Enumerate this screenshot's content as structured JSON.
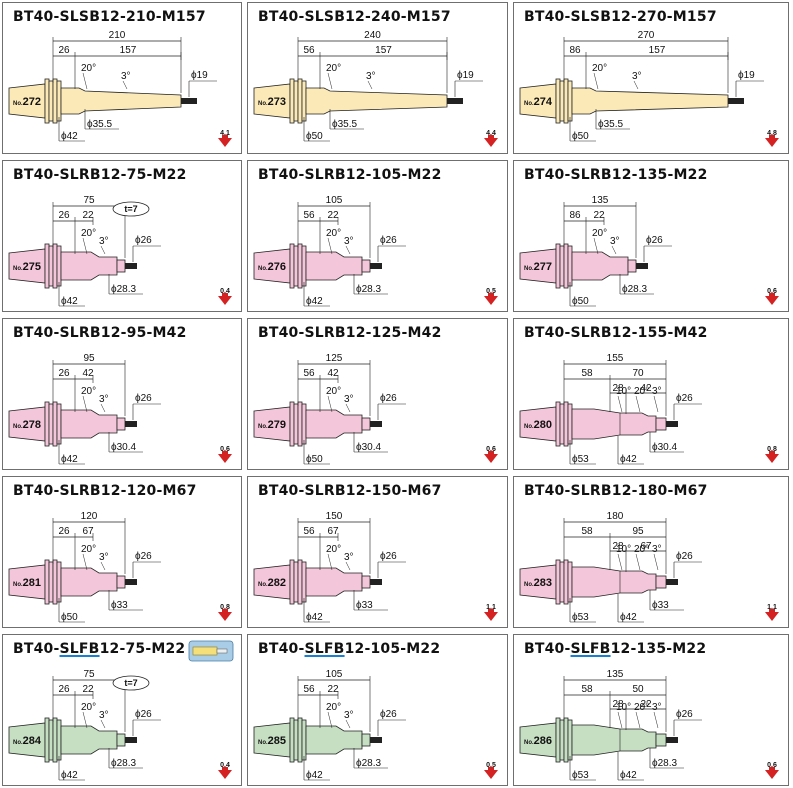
{
  "colors": {
    "yellow": "#fbe9b7",
    "pink": "#f4c6d9",
    "green": "#c6dfc2",
    "arrow": "#d42222",
    "stub": "#222222",
    "line": "#222222",
    "tube_blue": "#a9cde6",
    "tube_yellow": "#f5df7a"
  },
  "cells": [
    {
      "title_parts": [
        {
          "t": "BT40-SLSB12-210-M157",
          "u": false
        }
      ],
      "no": "272",
      "color": "yellow",
      "type": "SB",
      "dims": {
        "total": "210",
        "left": "26",
        "right": "157",
        "tip": "ϕ19",
        "body": "ϕ35.5",
        "flange": "ϕ42"
      },
      "angles": [
        "20°",
        "3°"
      ],
      "weight": "4.1"
    },
    {
      "title_parts": [
        {
          "t": "BT40-SLSB12-240-M157",
          "u": false
        }
      ],
      "no": "273",
      "color": "yellow",
      "type": "SB",
      "dims": {
        "total": "240",
        "left": "56",
        "right": "157",
        "tip": "ϕ19",
        "body": "ϕ35.5",
        "flange": "ϕ50"
      },
      "angles": [
        "20°",
        "3°"
      ],
      "weight": "4.4"
    },
    {
      "title_parts": [
        {
          "t": "BT40-SLSB12-270-M157",
          "u": false
        }
      ],
      "no": "274",
      "color": "yellow",
      "type": "SB",
      "dims": {
        "total": "270",
        "left": "86",
        "right": "157",
        "tip": "ϕ19",
        "body": "ϕ35.5",
        "flange": "ϕ50"
      },
      "angles": [
        "20°",
        "3°"
      ],
      "weight": "4.8"
    },
    {
      "title_parts": [
        {
          "t": "BT40-SLRB12-75-M22",
          "u": false
        }
      ],
      "no": "275",
      "color": "pink",
      "type": "R",
      "dims": {
        "total": "75",
        "left": "26",
        "right": "22",
        "tip": "ϕ26",
        "body": "ϕ28.3",
        "flange": "ϕ42"
      },
      "angles": [
        "20°",
        "3°"
      ],
      "weight": "0.4",
      "oval": "t=7"
    },
    {
      "title_parts": [
        {
          "t": "BT40-SLRB12-105-M22",
          "u": false
        }
      ],
      "no": "276",
      "color": "pink",
      "type": "R",
      "dims": {
        "total": "105",
        "left": "56",
        "right": "22",
        "tip": "ϕ26",
        "body": "ϕ28.3",
        "flange": "ϕ42"
      },
      "angles": [
        "20°",
        "3°"
      ],
      "weight": "0.5"
    },
    {
      "title_parts": [
        {
          "t": "BT40-SLRB12-135-M22",
          "u": false
        }
      ],
      "no": "277",
      "color": "pink",
      "type": "R",
      "dims": {
        "total": "135",
        "left": "86",
        "right": "22",
        "tip": "ϕ26",
        "body": "ϕ28.3",
        "flange": "ϕ50"
      },
      "angles": [
        "20°",
        "3°"
      ],
      "weight": "0.6"
    },
    {
      "title_parts": [
        {
          "t": "BT40-SLRB12-95-M42",
          "u": false
        }
      ],
      "no": "278",
      "color": "pink",
      "type": "R",
      "dims": {
        "total": "95",
        "left": "26",
        "right": "42",
        "tip": "ϕ26",
        "body": "ϕ30.4",
        "flange": "ϕ42"
      },
      "angles": [
        "20°",
        "3°"
      ],
      "weight": "0.6"
    },
    {
      "title_parts": [
        {
          "t": "BT40-SLRB12-125-M42",
          "u": false
        }
      ],
      "no": "279",
      "color": "pink",
      "type": "R",
      "dims": {
        "total": "125",
        "left": "56",
        "right": "42",
        "tip": "ϕ26",
        "body": "ϕ30.4",
        "flange": "ϕ50"
      },
      "angles": [
        "20°",
        "3°"
      ],
      "weight": "0.6"
    },
    {
      "title_parts": [
        {
          "t": "BT40-SLRB12-155-M42",
          "u": false
        }
      ],
      "no": "280",
      "color": "pink",
      "type": "RX",
      "dims": {
        "total": "155",
        "left": "58",
        "right": "70",
        "mid": "28",
        "mid2": "42",
        "tip": "ϕ26",
        "body": "ϕ30.4",
        "flange": "ϕ53",
        "flange2": "ϕ42"
      },
      "angles": [
        "10°",
        "20°",
        "3°"
      ],
      "weight": "0.8"
    },
    {
      "title_parts": [
        {
          "t": "BT40-SLRB12-120-M67",
          "u": false
        }
      ],
      "no": "281",
      "color": "pink",
      "type": "R",
      "dims": {
        "total": "120",
        "left": "26",
        "right": "67",
        "tip": "ϕ26",
        "body": "ϕ33",
        "flange": "ϕ50"
      },
      "angles": [
        "20°",
        "3°"
      ],
      "weight": "0.8"
    },
    {
      "title_parts": [
        {
          "t": "BT40-SLRB12-150-M67",
          "u": false
        }
      ],
      "no": "282",
      "color": "pink",
      "type": "R",
      "dims": {
        "total": "150",
        "left": "56",
        "right": "67",
        "tip": "ϕ26",
        "body": "ϕ33",
        "flange": "ϕ42"
      },
      "angles": [
        "20°",
        "3°"
      ],
      "weight": "1.1"
    },
    {
      "title_parts": [
        {
          "t": "BT40-SLRB12-180-M67",
          "u": false
        }
      ],
      "no": "283",
      "color": "pink",
      "type": "RX",
      "dims": {
        "total": "180",
        "left": "58",
        "right": "95",
        "mid": "28",
        "mid2": "67",
        "tip": "ϕ26",
        "body": "ϕ33",
        "flange": "ϕ53",
        "flange2": "ϕ42"
      },
      "angles": [
        "10°",
        "20°",
        "3°"
      ],
      "weight": "1.1"
    },
    {
      "title_parts": [
        {
          "t": "BT40-",
          "u": false
        },
        {
          "t": "SLFB",
          "u": true
        },
        {
          "t": "12-75-M22",
          "u": false
        }
      ],
      "no": "284",
      "color": "green",
      "type": "R",
      "dims": {
        "total": "75",
        "left": "26",
        "right": "22",
        "tip": "ϕ26",
        "body": "ϕ28.3",
        "flange": "ϕ42"
      },
      "angles": [
        "20°",
        "3°"
      ],
      "weight": "0.4",
      "oval": "t=7",
      "tube": true
    },
    {
      "title_parts": [
        {
          "t": "BT40-",
          "u": false
        },
        {
          "t": "SLFB",
          "u": true
        },
        {
          "t": "12-105-M22",
          "u": false
        }
      ],
      "no": "285",
      "color": "green",
      "type": "R",
      "dims": {
        "total": "105",
        "left": "56",
        "right": "22",
        "tip": "ϕ26",
        "body": "ϕ28.3",
        "flange": "ϕ42"
      },
      "angles": [
        "20°",
        "3°"
      ],
      "weight": "0.5"
    },
    {
      "title_parts": [
        {
          "t": "BT40-",
          "u": false
        },
        {
          "t": "SLFB",
          "u": true
        },
        {
          "t": "12-135-M22",
          "u": false
        }
      ],
      "no": "286",
      "color": "green",
      "type": "RX",
      "dims": {
        "total": "135",
        "left": "58",
        "right": "50",
        "mid": "28",
        "mid2": "22",
        "tip": "ϕ26",
        "body": "ϕ28.3",
        "flange": "ϕ53",
        "flange2": "ϕ42"
      },
      "angles": [
        "10°",
        "20°",
        "3°"
      ],
      "weight": "0.6"
    }
  ]
}
